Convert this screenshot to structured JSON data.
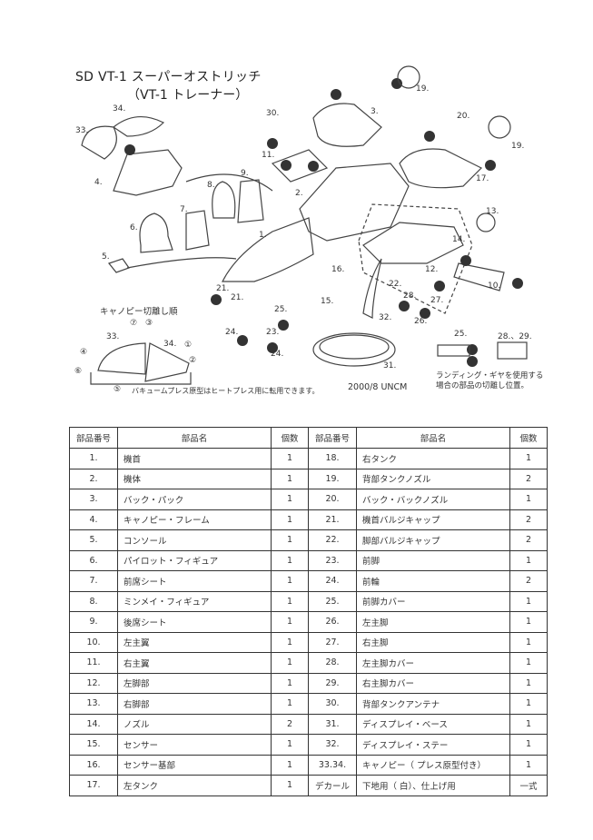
{
  "header": {
    "title": "SD VT-1 スーパーオストリッチ",
    "subtitle": "（VT-1 トレーナー）"
  },
  "diagram": {
    "part_labels": [
      "33.",
      "34.",
      "4.",
      "6.",
      "7.",
      "8.",
      "9.",
      "5.",
      "1.",
      "2.",
      "30.",
      "11.",
      "3.",
      "19.",
      "20.",
      "19.",
      "17.",
      "13.",
      "14.",
      "12.",
      "10.",
      "16.",
      "15.",
      "21.",
      "21.",
      "22.",
      "28.",
      "27.",
      "26.",
      "25.",
      "23.",
      "24.",
      "24.",
      "32.",
      "31."
    ],
    "canopy_order_title": "キャノピー切離し順",
    "canopy_labels": [
      "33.",
      "34.",
      "⑦",
      "③",
      "①",
      "②",
      "④",
      "⑥",
      "⑤"
    ],
    "vacuum_note": "バキュームプレス原型はヒートプレス用に転用できます。",
    "gear_labels": [
      "25.",
      "28.、29."
    ],
    "gear_note_line1": "ランディング・ギヤを使用する",
    "gear_note_line2": "場合の部品の切離し位置。",
    "date": "2000/8 UNCM"
  },
  "table": {
    "headers": {
      "num": "部品番号",
      "name": "部品名",
      "qty": "個数"
    },
    "rows": [
      [
        {
          "num": "1.",
          "name": "機首",
          "qty": "1"
        },
        {
          "num": "18.",
          "name": "右タンク",
          "qty": "1"
        }
      ],
      [
        {
          "num": "2.",
          "name": "機体",
          "qty": "1"
        },
        {
          "num": "19.",
          "name": "背部タンクノズル",
          "qty": "2"
        }
      ],
      [
        {
          "num": "3.",
          "name": "バック・パック",
          "qty": "1"
        },
        {
          "num": "20.",
          "name": "バック・バックノズル",
          "qty": "1"
        }
      ],
      [
        {
          "num": "4.",
          "name": "キャノピー・フレーム",
          "qty": "1"
        },
        {
          "num": "21.",
          "name": "機首バルジキャップ",
          "qty": "2"
        }
      ],
      [
        {
          "num": "5.",
          "name": "コンソール",
          "qty": "1"
        },
        {
          "num": "22.",
          "name": "脚部バルジキャップ",
          "qty": "2"
        }
      ],
      [
        {
          "num": "6.",
          "name": "パイロット・フィギュア",
          "qty": "1"
        },
        {
          "num": "23.",
          "name": "前脚",
          "qty": "1"
        }
      ],
      [
        {
          "num": "7.",
          "name": "前席シート",
          "qty": "1"
        },
        {
          "num": "24.",
          "name": "前輪",
          "qty": "2"
        }
      ],
      [
        {
          "num": "8.",
          "name": "ミンメイ・フィギュア",
          "qty": "1"
        },
        {
          "num": "25.",
          "name": "前脚カバー",
          "qty": "1"
        }
      ],
      [
        {
          "num": "9.",
          "name": "後席シート",
          "qty": "1"
        },
        {
          "num": "26.",
          "name": "左主脚",
          "qty": "1"
        }
      ],
      [
        {
          "num": "10.",
          "name": "左主翼",
          "qty": "1"
        },
        {
          "num": "27.",
          "name": "右主脚",
          "qty": "1"
        }
      ],
      [
        {
          "num": "11.",
          "name": "右主翼",
          "qty": "1"
        },
        {
          "num": "28.",
          "name": "左主脚カバー",
          "qty": "1"
        }
      ],
      [
        {
          "num": "12.",
          "name": "左脚部",
          "qty": "1"
        },
        {
          "num": "29.",
          "name": "右主脚カバー",
          "qty": "1"
        }
      ],
      [
        {
          "num": "13.",
          "name": "右脚部",
          "qty": "1"
        },
        {
          "num": "30.",
          "name": "背部タンクアンテナ",
          "qty": "1"
        }
      ],
      [
        {
          "num": "14.",
          "name": "ノズル",
          "qty": "2"
        },
        {
          "num": "31.",
          "name": "ディスプレイ・ベース",
          "qty": "1"
        }
      ],
      [
        {
          "num": "15.",
          "name": "センサー",
          "qty": "1"
        },
        {
          "num": "32.",
          "name": "ディスプレイ・ステー",
          "qty": "1"
        }
      ],
      [
        {
          "num": "16.",
          "name": "センサー基部",
          "qty": "1"
        },
        {
          "num": "33.34.",
          "name": "キャノピー（ プレス原型付き）",
          "qty": "1"
        }
      ],
      [
        {
          "num": "17.",
          "name": "左タンク",
          "qty": "1"
        },
        {
          "num": "デカール",
          "name": "下地用（ 白）、仕上げ用",
          "qty": "一式"
        }
      ]
    ]
  }
}
